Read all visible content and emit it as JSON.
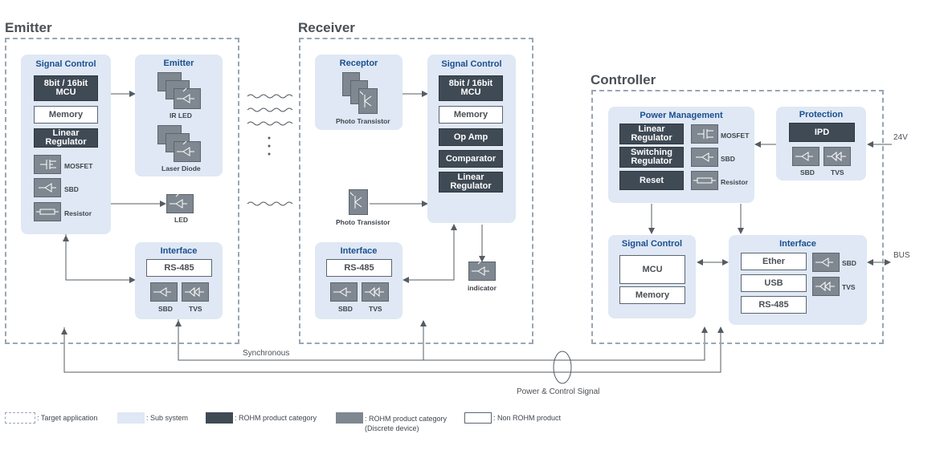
{
  "sections": {
    "emitter": "Emitter",
    "receiver": "Receiver",
    "controller": "Controller"
  },
  "emitter": {
    "signal_control": {
      "title": "Signal Control",
      "mcu": "8bit / 16bit\nMCU",
      "memory": "Memory",
      "linear_regulator": "Linear\nRegulator",
      "mosfet": "MOSFET",
      "sbd": "SBD",
      "resistor": "Resistor"
    },
    "emitter_block": {
      "title": "Emitter",
      "ir_led": "IR LED",
      "laser_diode": "Laser Diode"
    },
    "led": "LED",
    "interface": {
      "title": "Interface",
      "rs485": "RS-485",
      "sbd": "SBD",
      "tvs": "TVS"
    }
  },
  "receiver": {
    "receptor": {
      "title": "Receptor",
      "photo_transistor": "Photo Transistor"
    },
    "photo_transistor": "Photo Transistor",
    "signal_control": {
      "title": "Signal Control",
      "mcu": "8bit / 16bit\nMCU",
      "memory": "Memory",
      "op_amp": "Op Amp",
      "comparator": "Comparator",
      "linear_regulator": "Linear\nRegulator"
    },
    "interface": {
      "title": "Interface",
      "rs485": "RS-485",
      "sbd": "SBD",
      "tvs": "TVS"
    },
    "indicator": "indicator"
  },
  "controller": {
    "power_management": {
      "title": "Power Management",
      "linear_regulator": "Linear\nRegulator",
      "switching_regulator": "Switching\nRegulator",
      "reset": "Reset",
      "mosfet": "MOSFET",
      "sbd": "SBD",
      "resistor": "Resistor"
    },
    "protection": {
      "title": "Protection",
      "ipd": "IPD",
      "sbd": "SBD",
      "tvs": "TVS"
    },
    "signal_control": {
      "title": "Signal Control",
      "mcu": "MCU",
      "memory": "Memory"
    },
    "interface": {
      "title": "Interface",
      "ether": "Ether",
      "usb": "USB",
      "rs485": "RS-485",
      "sbd": "SBD",
      "tvs": "TVS"
    },
    "v24": "24V",
    "bus": "BUS"
  },
  "links": {
    "synchronous": "Synchronous",
    "power_control": "Power & Control Signal"
  },
  "legend": {
    "target": ": Target application",
    "sub_system": ": Sub system",
    "rohm_category": ": ROHM product category",
    "rohm_discrete": ": ROHM product category\n(Discrete device)",
    "non_rohm": ": Non ROHM product"
  },
  "colors": {
    "sub_system": "#dfe8f4",
    "rohm_category": "#3f4a55",
    "rohm_discrete": "#7f8890",
    "dashed_border": "#9aa6b5",
    "title_blue": "#1b4f8f"
  }
}
